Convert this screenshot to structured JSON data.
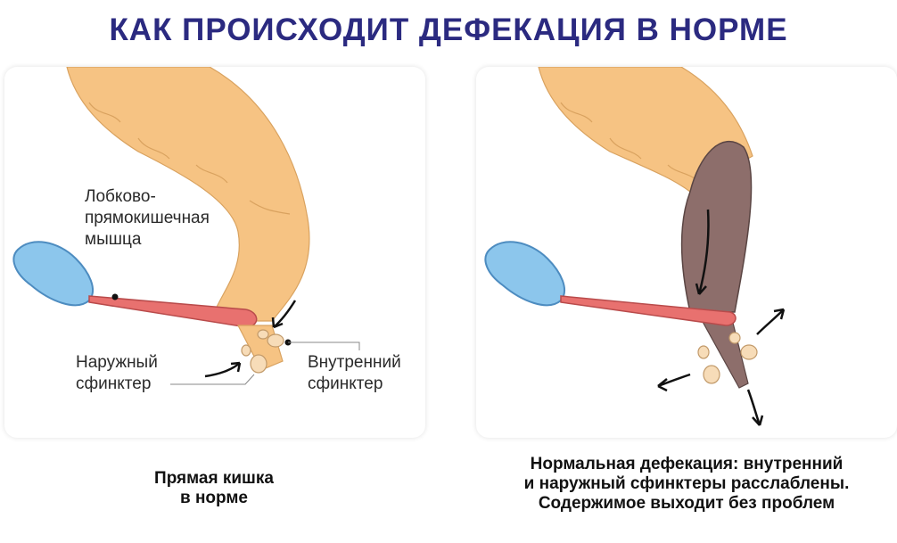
{
  "title": "КАК ПРОИСХОДИТ ДЕФЕКАЦИЯ В НОРМЕ",
  "left_panel": {
    "labels": {
      "pubo_rectal": "Лобково-\nпрямокишечная\nмышца",
      "external_sphincter": "Наружный\nсфинктер",
      "internal_sphincter": "Внутренний\nсфинктер"
    },
    "caption": "Прямая кишка\nв норме"
  },
  "right_panel": {
    "caption": "Нормальная дефекация: внутренний\nи наружный сфинктеры расслаблены.\nСодержимое выходит без проблем"
  },
  "colors": {
    "title": "#2b2a80",
    "colon": "#f6c383",
    "colon_outline": "#d9a25f",
    "muscle": "#e8716f",
    "bladder": "#8cc6ec",
    "stool": "#8d6e6b",
    "sphincter": "#f7dcb8"
  }
}
